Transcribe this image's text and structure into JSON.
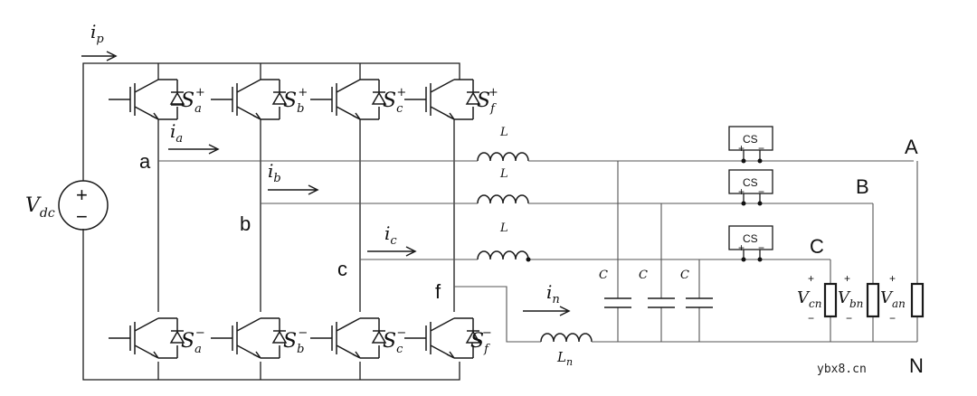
{
  "currents": {
    "ip": "i",
    "ip_sub": "p",
    "ia": "i",
    "ia_sub": "a",
    "ib": "i",
    "ib_sub": "b",
    "ic": "i",
    "ic_sub": "c",
    "in": "i",
    "in_sub": "n"
  },
  "source": {
    "label": "V",
    "sub": "dc",
    "plus": "+",
    "minus": "−"
  },
  "switches": {
    "sa_top": "S",
    "sa_top_sub": "a",
    "sa_top_sup": "+",
    "sb_top": "S",
    "sb_top_sub": "b",
    "sb_top_sup": "+",
    "sc_top": "S",
    "sc_top_sub": "c",
    "sc_top_sup": "+",
    "sf_top": "S",
    "sf_top_sub": "f",
    "sf_top_sup": "+",
    "sa_bot": "S",
    "sa_bot_sub": "a",
    "sa_bot_sup": "−",
    "sb_bot": "S",
    "sb_bot_sub": "b",
    "sb_bot_sup": "−",
    "sc_bot": "S",
    "sc_bot_sub": "c",
    "sc_bot_sup": "−",
    "sf_bot": "S",
    "sf_bot_sub": "f",
    "sf_bot_sup": "−"
  },
  "nodes": {
    "a": "a",
    "b": "b",
    "c": "c",
    "f": "f",
    "A": "A",
    "B": "B",
    "C": "C",
    "N": "N"
  },
  "inductors": {
    "L": "L",
    "Ln": "L",
    "Ln_sub": "n"
  },
  "capacitors": {
    "C": "C"
  },
  "sensors": {
    "label": "CS",
    "plus": "+",
    "minus": "−"
  },
  "loads": {
    "van": "V",
    "van_sub": "an",
    "vbn": "V",
    "vbn_sub": "bn",
    "vcn": "V",
    "vcn_sub": "cn",
    "plus": "+",
    "minus": "−"
  },
  "watermark": "ybx8.cn"
}
